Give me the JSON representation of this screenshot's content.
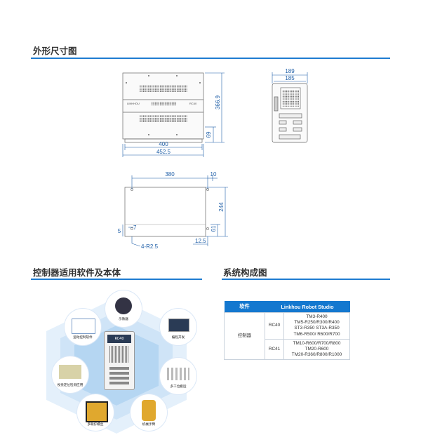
{
  "sections": {
    "dimensions_title": "外形尺寸图",
    "software_title": "控制器适用软件及本体",
    "system_title": "系统构成图"
  },
  "front_view": {
    "width_inner": "400",
    "width_outer": "452.5",
    "height_total": "366.9",
    "height_foot": "69",
    "brand_left": "LINKHOU",
    "brand_right": "RC40"
  },
  "side_view": {
    "depth_outer": "189",
    "depth_inner": "185"
  },
  "bottom_view": {
    "hole_spacing": "380",
    "edge_offset": "10",
    "depth": "244",
    "hole_offset": "61",
    "foot_height": "5",
    "hole_y": "7",
    "hole_spec": "4-R2.5",
    "hole_x": "12.5"
  },
  "diagram": {
    "controller_label": "RC40",
    "nodes": [
      {
        "label": "示教器"
      },
      {
        "label": "编程开发"
      },
      {
        "label": "多工位搬运"
      },
      {
        "label": "机械手臂"
      },
      {
        "label": "多联拧螺丝"
      },
      {
        "label": "视觉定位检测应用"
      },
      {
        "label": "运动控制软件"
      }
    ]
  },
  "table": {
    "header_software": "软件",
    "header_studio": "Linkhou Robot Studio",
    "row_group": "控制器",
    "rows": [
      {
        "model": "RC40",
        "robots": [
          "TM3-R400",
          "TM5-R250/R300/R400",
          "ST3-R350  ST3A-R350",
          "TM6-R500/ R600/R700"
        ]
      },
      {
        "model": "RC41",
        "robots": [
          "TM10-R600/R700/R800",
          "TM20-R600",
          "TM20-R360/R800/R1000"
        ]
      }
    ]
  },
  "colors": {
    "accent": "#1f7cd1",
    "dimension": "#1f5fa8",
    "hex_dark": "#8ec0eb",
    "hex_light": "#cfe4f7"
  }
}
